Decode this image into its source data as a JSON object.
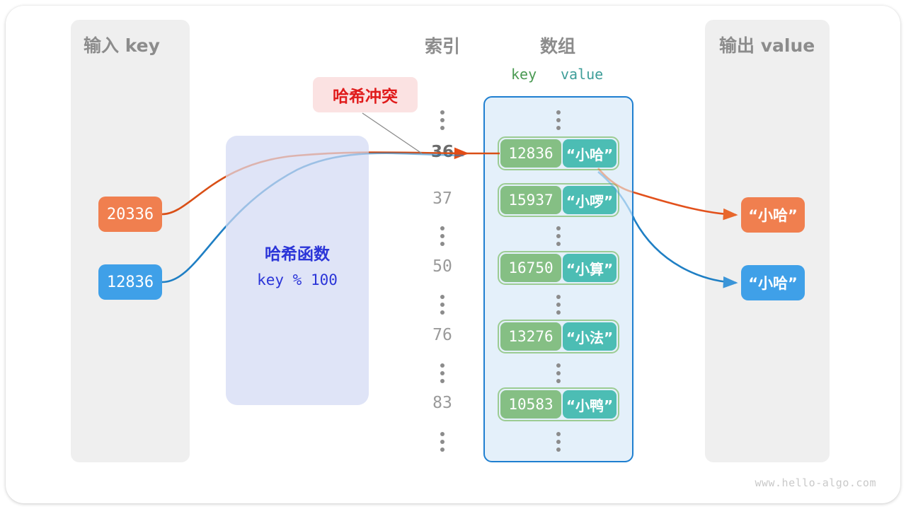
{
  "diagram": {
    "watermark": "www.hello-algo.com",
    "colors": {
      "input_key_1": "#f07f4f",
      "input_key_2": "#3fa0e8",
      "hash_box": "#dfe4f7",
      "hash_text": "#2b35d8",
      "array_border": "#1f7fd0",
      "array_fill": "#e4f0fa",
      "kv_key": "#85bf84",
      "kv_value": "#4cbdb4",
      "callout_text": "#e01b1b",
      "callout_bg": "#fbe2e2",
      "panel_bg": "#efefef",
      "title_gray": "#8c8c8c"
    }
  },
  "input_panel": {
    "title": "输入 key",
    "keys": [
      {
        "label": "20336",
        "color": "orange"
      },
      {
        "label": "12836",
        "color": "blue"
      }
    ]
  },
  "hash_function": {
    "title": "哈希函数",
    "expression": "key % 100"
  },
  "callout": {
    "label": "哈希冲突"
  },
  "columns": {
    "index_title": "索引",
    "array_title": "数组",
    "key_header": "key",
    "value_header": "value"
  },
  "index_column": [
    {
      "type": "dots"
    },
    {
      "type": "value",
      "label": "36",
      "active": true
    },
    {
      "type": "value",
      "label": "37",
      "active": false
    },
    {
      "type": "dots"
    },
    {
      "type": "value",
      "label": "50",
      "active": false
    },
    {
      "type": "dots"
    },
    {
      "type": "value",
      "label": "76",
      "active": false
    },
    {
      "type": "dots"
    },
    {
      "type": "value",
      "label": "83",
      "active": false
    },
    {
      "type": "dots"
    }
  ],
  "array_rows": [
    {
      "type": "dots"
    },
    {
      "type": "pair",
      "key": "12836",
      "value": "“小哈”"
    },
    {
      "type": "pair",
      "key": "15937",
      "value": "“小啰”"
    },
    {
      "type": "dots"
    },
    {
      "type": "pair",
      "key": "16750",
      "value": "“小算”"
    },
    {
      "type": "dots"
    },
    {
      "type": "pair",
      "key": "13276",
      "value": "“小法”"
    },
    {
      "type": "dots"
    },
    {
      "type": "pair",
      "key": "10583",
      "value": "“小鸭”"
    },
    {
      "type": "dots"
    }
  ],
  "output_panel": {
    "title": "输出 value",
    "values": [
      {
        "label": "“小哈”",
        "color": "orange"
      },
      {
        "label": "“小哈”",
        "color": "blue"
      }
    ]
  }
}
